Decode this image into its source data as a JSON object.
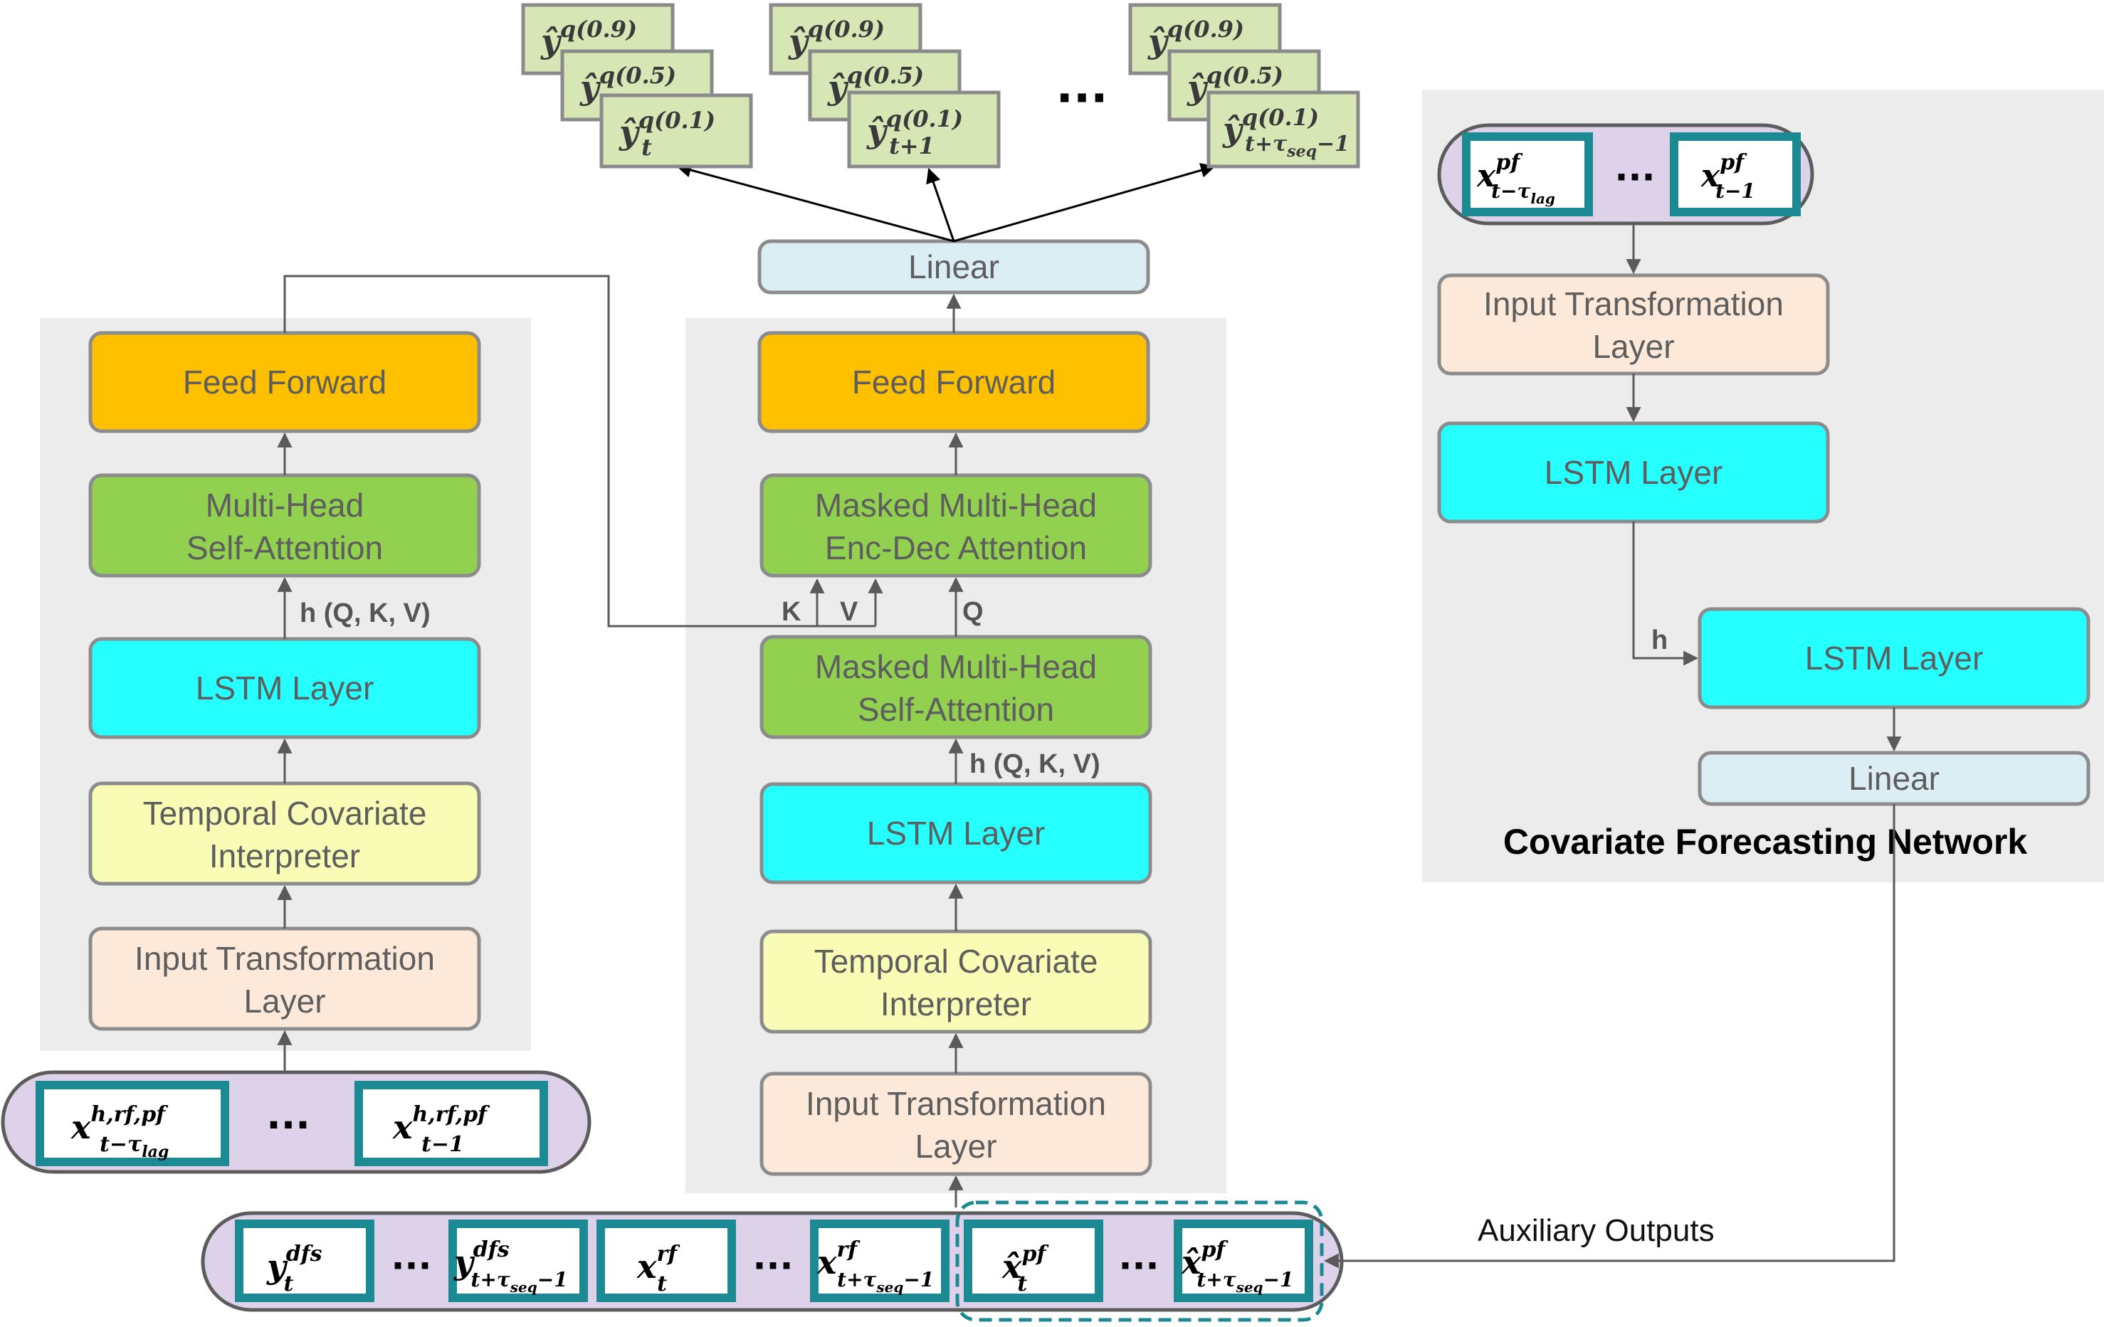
{
  "encoder": {
    "feed_forward": "Feed Forward",
    "attention_line1": "Multi-Head",
    "attention_line2": "Self-Attention",
    "hqkv": "h (Q, K, V)",
    "lstm": "LSTM Layer",
    "tci_line1": "Temporal Covariate",
    "tci_line2": "Interpreter",
    "itl_line1": "Input Transformation",
    "itl_line2": "Layer",
    "input_first_base": "x",
    "input_first_sup": "h,rf,pf",
    "input_first_sub": "t−τ",
    "input_first_subsub": "lag",
    "input_dots": "···",
    "input_last_base": "x",
    "input_last_sup": "h,rf,pf",
    "input_last_sub": "t−1"
  },
  "decoder": {
    "linear": "Linear",
    "feed_forward": "Feed Forward",
    "encdec_line1": "Masked Multi-Head",
    "encdec_line2": "Enc-Dec Attention",
    "k_label": "K",
    "v_label": "V",
    "q_label": "Q",
    "selfatt_line1": "Masked Multi-Head",
    "selfatt_line2": "Self-Attention",
    "hqkv": "h (Q, K, V)",
    "lstm": "LSTM Layer",
    "tci_line1": "Temporal Covariate",
    "tci_line2": "Interpreter",
    "itl_line1": "Input Transformation",
    "itl_line2": "Layer"
  },
  "outputs": {
    "base": "ŷ",
    "q09": "q(0.9)",
    "q05": "q(0.5)",
    "q01": "q(0.1)",
    "sub1": "t",
    "sub2": "t+1",
    "sub3": "t+τ",
    "sub3_subsub": "seq",
    "sub3_tail": "−1",
    "dots": "···"
  },
  "decoder_inputs": {
    "y_base": "y",
    "y_sup": "dfs",
    "y_sub_first": "t",
    "y_sub_last": "t+τ",
    "y_sub_last_subsub": "seq",
    "y_sub_last_tail": "−1",
    "xrf_base": "x",
    "xrf_sup": "rf",
    "xrf_sub_first": "t",
    "xrf_sub_last": "t+τ",
    "xrf_sub_last_subsub": "seq",
    "xrf_sub_last_tail": "−1",
    "xpf_base": "x̂",
    "xpf_sup": "pf",
    "xpf_sub_first": "t",
    "xpf_sub_last": "t+τ",
    "xpf_sub_last_subsub": "seq",
    "xpf_sub_last_tail": "−1",
    "dots": "···"
  },
  "covariate_network": {
    "title": "Covariate Forecasting Network",
    "input_first_base": "x",
    "input_first_sup": "pf",
    "input_first_sub": "t−τ",
    "input_first_subsub": "lag",
    "input_dots": "···",
    "input_last_base": "x",
    "input_last_sup": "pf",
    "input_last_sub": "t−1",
    "itl_line1": "Input Transformation",
    "itl_line2": "Layer",
    "lstm1": "LSTM Layer",
    "h_label": "h",
    "lstm2": "LSTM Layer",
    "linear": "Linear"
  },
  "auxiliary_label": "Auxiliary Outputs",
  "colors": {
    "panel": "#ececec",
    "feed_forward": "#ffc000",
    "attention": "#92d050",
    "lstm": "#25ffff",
    "tci": "#f8fcb4",
    "itl": "#fde9d9",
    "linear": "#dbeef4",
    "token_border": "#1b8a93",
    "input_pill": "#ded2ea",
    "quantile_box": "#d6e6b4"
  }
}
